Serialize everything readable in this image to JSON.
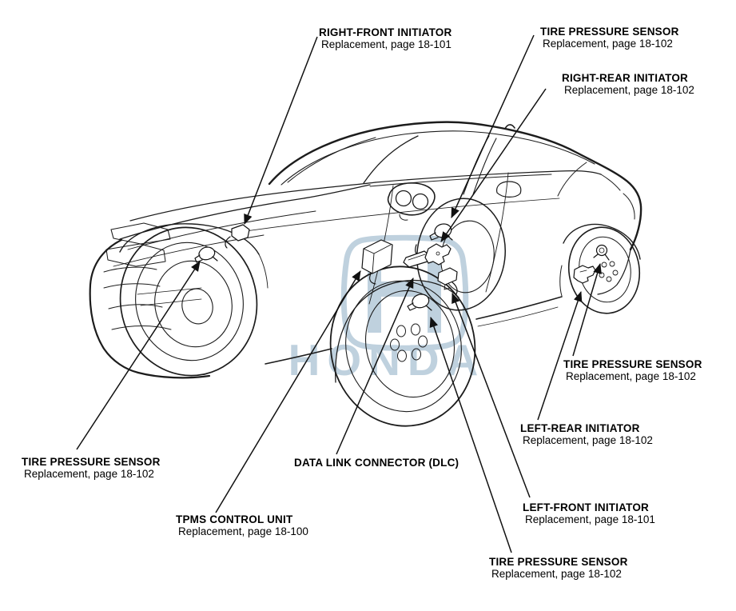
{
  "watermark": {
    "brand": "HONDA",
    "color": "#b5cad9"
  },
  "palette": {
    "line": "#1c1c1c",
    "background": "#ffffff",
    "watermark": "#b5cad9"
  },
  "labels": [
    {
      "id": "right-front-initiator",
      "title": "RIGHT-FRONT INITIATOR",
      "subtitle": "Replacement, page 18-101"
    },
    {
      "id": "tire-pressure-sensor-top",
      "title": "TIRE PRESSURE SENSOR",
      "subtitle": "Replacement, page 18-102"
    },
    {
      "id": "right-rear-initiator",
      "title": "RIGHT-REAR INITIATOR",
      "subtitle": "Replacement, page 18-102"
    },
    {
      "id": "tire-pressure-sensor-right",
      "title": "TIRE PRESSURE SENSOR",
      "subtitle": "Replacement, page 18-102"
    },
    {
      "id": "left-rear-initiator",
      "title": "LEFT-REAR INITIATOR",
      "subtitle": "Replacement, page 18-102"
    },
    {
      "id": "tire-pressure-sensor-left",
      "title": "TIRE PRESSURE SENSOR",
      "subtitle": "Replacement, page 18-102"
    },
    {
      "id": "data-link-connector",
      "title": "DATA LINK CONNECTOR (DLC)"
    },
    {
      "id": "tpms-control-unit",
      "title": "TPMS CONTROL UNIT",
      "subtitle": "Replacement, page 18-100"
    },
    {
      "id": "left-front-initiator",
      "title": "LEFT-FRONT INITIATOR",
      "subtitle": "Replacement, page 18-101"
    },
    {
      "id": "tire-pressure-sensor-bottom",
      "title": "TIRE PRESSURE SENSOR",
      "subtitle": "Replacement, page 18-102"
    }
  ]
}
